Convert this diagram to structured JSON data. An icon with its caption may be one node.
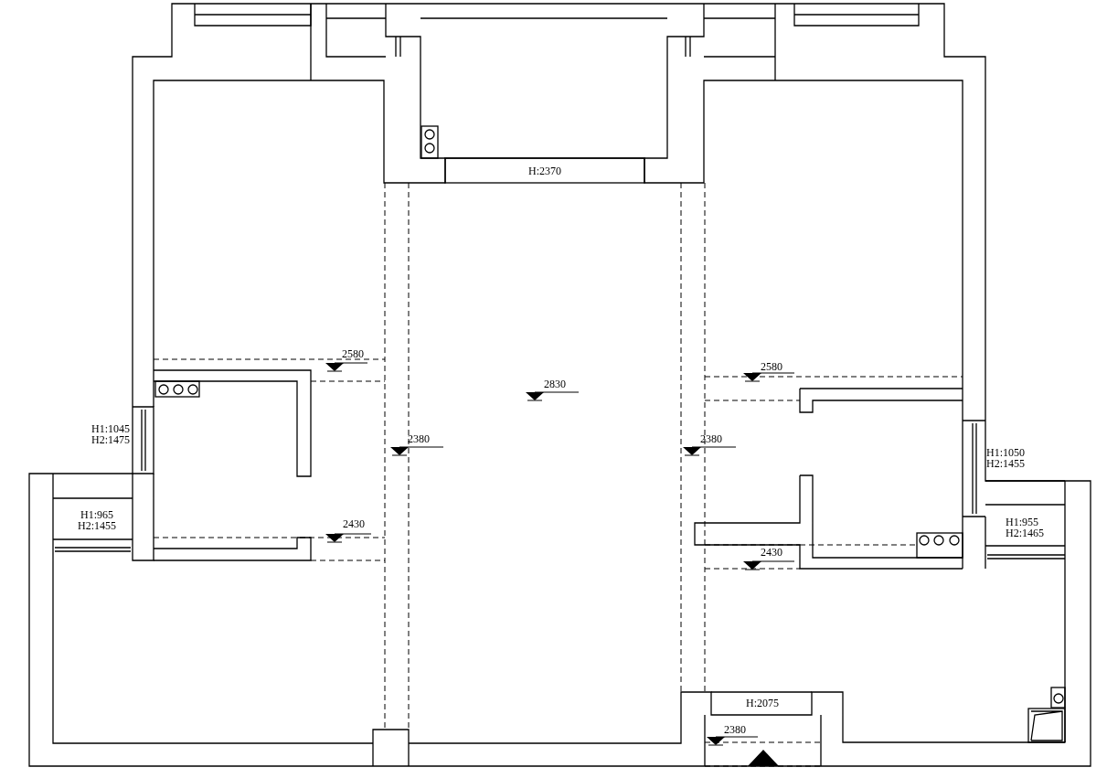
{
  "diagram": {
    "labels": [
      "H:2370",
      "2580",
      "2580",
      "2830",
      "H1:1045 H2:1475",
      "2380",
      "2380",
      "H1:1050 H2:1455",
      "H1:965 H2:1455",
      "2430",
      "H1:955 H2:1465",
      "2430",
      "H:2075",
      "2380"
    ]
  }
}
